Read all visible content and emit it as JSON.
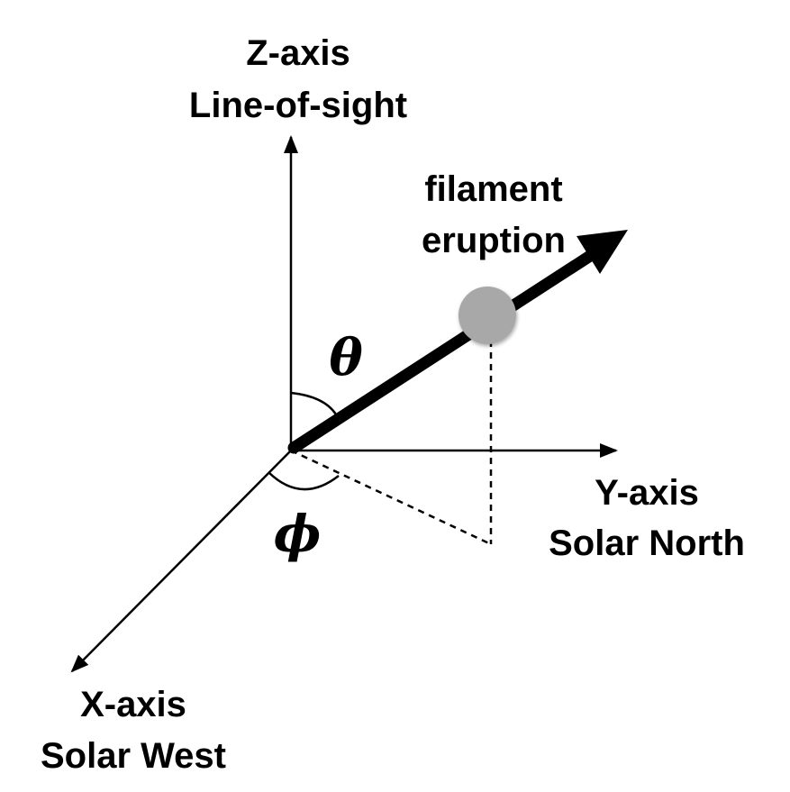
{
  "axes": {
    "z": {
      "name": "Z-axis",
      "description": "Line-of-sight"
    },
    "y": {
      "name": "Y-axis",
      "description": "Solar North"
    },
    "x": {
      "name": "X-axis",
      "description": "Solar West"
    }
  },
  "vector": {
    "label_line1": "filament",
    "label_line2": "eruption"
  },
  "angles": {
    "theta": "θ",
    "phi": "ϕ"
  },
  "colors": {
    "ink": "#000000",
    "point_fill": "#a8a8a8",
    "background": "#ffffff"
  }
}
